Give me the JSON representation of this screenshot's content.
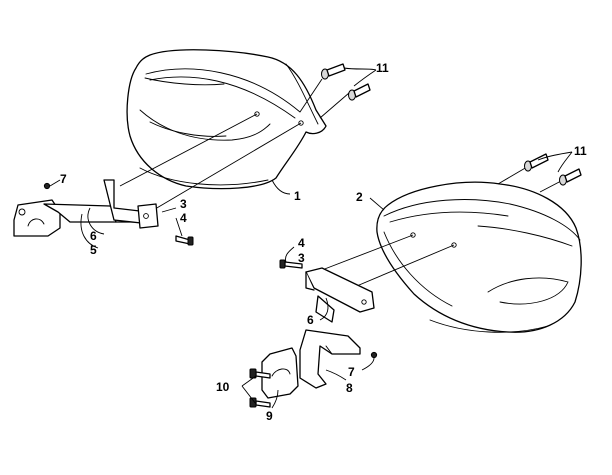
{
  "callouts": [
    {
      "id": "c1",
      "label": "1"
    },
    {
      "id": "c2",
      "label": "2"
    },
    {
      "id": "c3a",
      "label": "3"
    },
    {
      "id": "c3b",
      "label": "3"
    },
    {
      "id": "c4a",
      "label": "4"
    },
    {
      "id": "c4b",
      "label": "4"
    },
    {
      "id": "c5",
      "label": "5"
    },
    {
      "id": "c6a",
      "label": "6"
    },
    {
      "id": "c6b",
      "label": "6"
    },
    {
      "id": "c7a",
      "label": "7"
    },
    {
      "id": "c7b",
      "label": "7"
    },
    {
      "id": "c8",
      "label": "8"
    },
    {
      "id": "c9",
      "label": "9"
    },
    {
      "id": "c10",
      "label": "10"
    },
    {
      "id": "c11a",
      "label": "11"
    },
    {
      "id": "c11b",
      "label": "11"
    }
  ]
}
